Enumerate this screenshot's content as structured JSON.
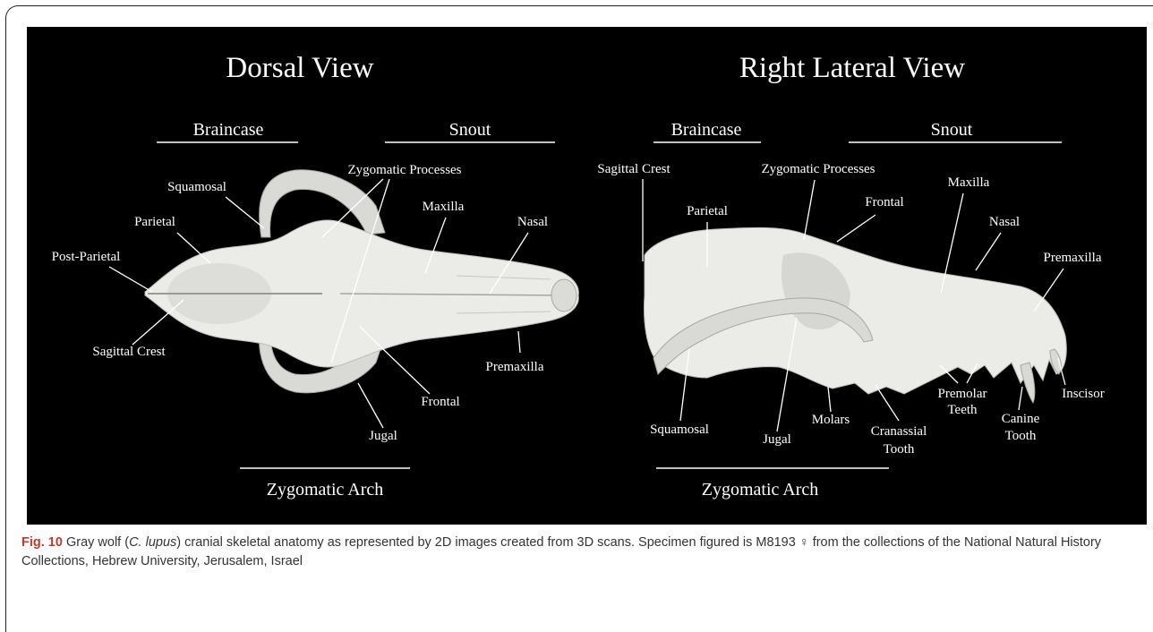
{
  "panels": {
    "dorsal": {
      "title": "Dorsal View",
      "headers": {
        "braincase": "Braincase",
        "snout": "Snout",
        "arch": "Zygomatic Arch"
      },
      "labels": {
        "squamosal": "Squamosal",
        "zygomatic_processes": "Zygomatic Processes",
        "parietal": "Parietal",
        "maxilla": "Maxilla",
        "nasal": "Nasal",
        "post_parietal": "Post-Parietal",
        "sagittal_crest": "Sagittal Crest",
        "premaxilla": "Premaxilla",
        "frontal": "Frontal",
        "jugal": "Jugal"
      }
    },
    "lateral": {
      "title": "Right Lateral View",
      "headers": {
        "braincase": "Braincase",
        "snout": "Snout",
        "arch": "Zygomatic Arch"
      },
      "labels": {
        "sagittal_crest": "Sagittal Crest",
        "zygomatic_processes": "Zygomatic Processes",
        "maxilla": "Maxilla",
        "parietal": "Parietal",
        "frontal": "Frontal",
        "nasal": "Nasal",
        "premaxilla": "Premaxilla",
        "inscisor": "Inscisor",
        "premolar_1": "Premolar",
        "premolar_2": "Teeth",
        "molars": "Molars",
        "canine_1": "Canine",
        "canine_2": "Tooth",
        "squamosal": "Squamosal",
        "jugal": "Jugal",
        "carnassial_1": "Cranassial",
        "carnassial_2": "Tooth"
      }
    }
  },
  "caption": {
    "fig_label": "Fig. 10",
    "text_1": " Gray wolf (",
    "species": "C. lupus",
    "text_2": ") cranial skeletal anatomy as represented by 2D images created from 3D scans. Specimen figured is M8193 ♀ from the collections of the National Natural History Collections, Hebrew University, Jerusalem, Israel"
  }
}
